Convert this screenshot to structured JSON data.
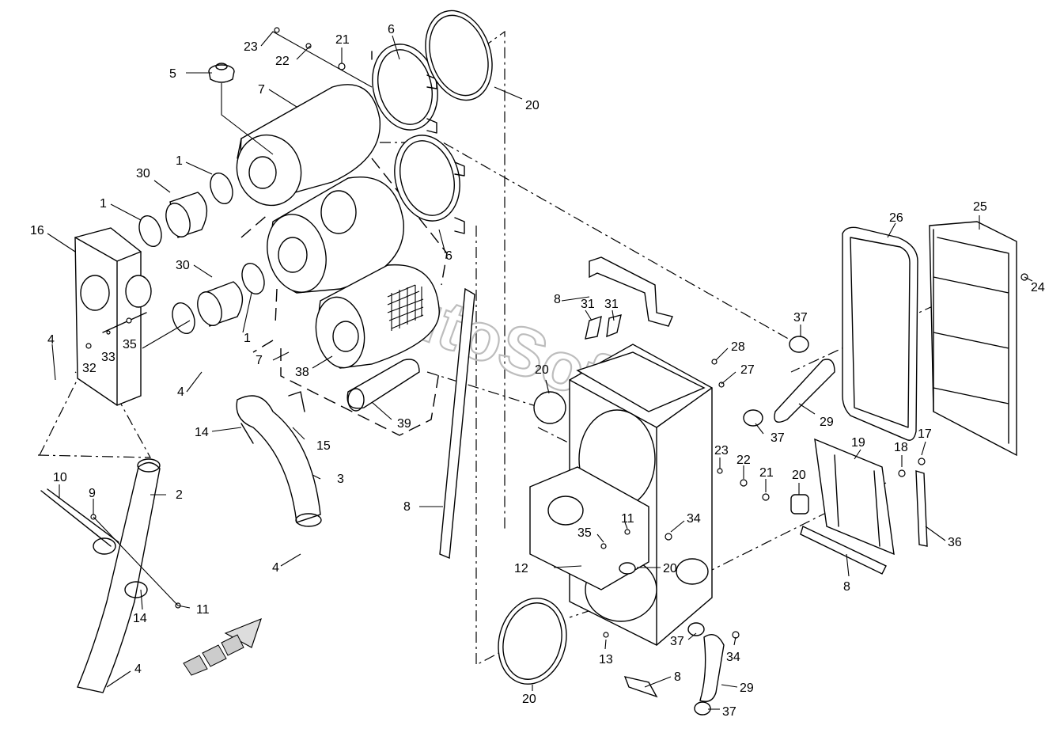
{
  "watermark": "AutoSoft",
  "callouts": {
    "c23a": "23",
    "c22a": "22",
    "c21a": "21",
    "c6a": "6",
    "c20a": "20",
    "c5": "5",
    "c7a": "7",
    "c1a": "1",
    "c30a": "30",
    "c1b": "1",
    "c16": "16",
    "c30b": "30",
    "c6b": "6",
    "c4a": "4",
    "c32": "32",
    "c33": "33",
    "c35a": "35",
    "c1c": "1",
    "c7b": "7",
    "c38": "38",
    "c39": "39",
    "c4b": "4",
    "c14a": "14",
    "c15": "15",
    "c3": "3",
    "c4c": "4",
    "c10": "10",
    "c9": "9",
    "c2": "2",
    "c11a": "11",
    "c14b": "14",
    "c4d": "4",
    "c8a": "8",
    "c8b": "8",
    "c31a": "31",
    "c31b": "31",
    "c20b": "20",
    "c28": "28",
    "c27": "27",
    "c37a": "37",
    "c29a": "29",
    "c37b": "37",
    "c26": "26",
    "c25": "25",
    "c24": "24",
    "c23b": "23",
    "c22b": "22",
    "c21b": "21",
    "c34a": "34",
    "c11b": "11",
    "c35b": "35",
    "c12": "12",
    "c20c": "20",
    "c19": "19",
    "c18": "18",
    "c17": "17",
    "c20d": "20",
    "c36": "36",
    "c8c": "8",
    "c37c": "37",
    "c34b": "34",
    "c13": "13",
    "c8d": "8",
    "c29b": "29",
    "c20e": "20",
    "c37d": "37"
  }
}
